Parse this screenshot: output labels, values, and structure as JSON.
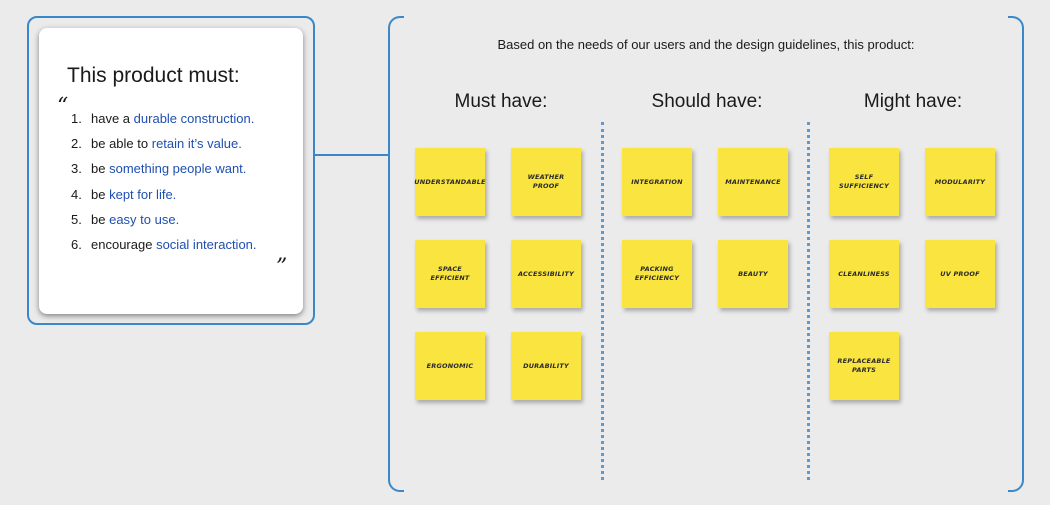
{
  "card": {
    "title": "This product must:",
    "quote_open": "“",
    "quote_close": "”",
    "items": [
      {
        "num": "1.",
        "plain": "have a",
        "highlight": "durable construction."
      },
      {
        "num": "2.",
        "plain": "be able to",
        "highlight": "retain it’s value."
      },
      {
        "num": "3.",
        "plain": "be",
        "highlight": "something people want."
      },
      {
        "num": "4.",
        "plain": "be",
        "highlight": "kept for life."
      },
      {
        "num": "5.",
        "plain": "be",
        "highlight": "easy to use."
      },
      {
        "num": "6.",
        "plain": "encourage",
        "highlight": "social interaction."
      }
    ]
  },
  "headline": "Based on the needs of our users and the design guidelines, this product:",
  "columns": [
    {
      "title": "Must have:",
      "notes": [
        "UNDERSTANDABLE",
        "WEATHER PROOF",
        "SPACE EFFICIENT",
        "ACCESSIBILITY",
        "ERGONOMIC",
        "DURABILITY"
      ]
    },
    {
      "title": "Should have:",
      "notes": [
        "INTEGRATION",
        "MAINTENANCE",
        "PACKING EFFICIENCY",
        "BEAUTY"
      ]
    },
    {
      "title": "Might have:",
      "notes": [
        "SELF SUFFICIENCY",
        "MODULARITY",
        "CLEANLINESS",
        "UV PROOF",
        "REPLACEABLE PARTS"
      ]
    }
  ],
  "colors": {
    "accent": "#3a87c9",
    "highlight_text": "#1f4fb0",
    "sticky_note": "#f9e440",
    "background": "#ebebeb"
  }
}
